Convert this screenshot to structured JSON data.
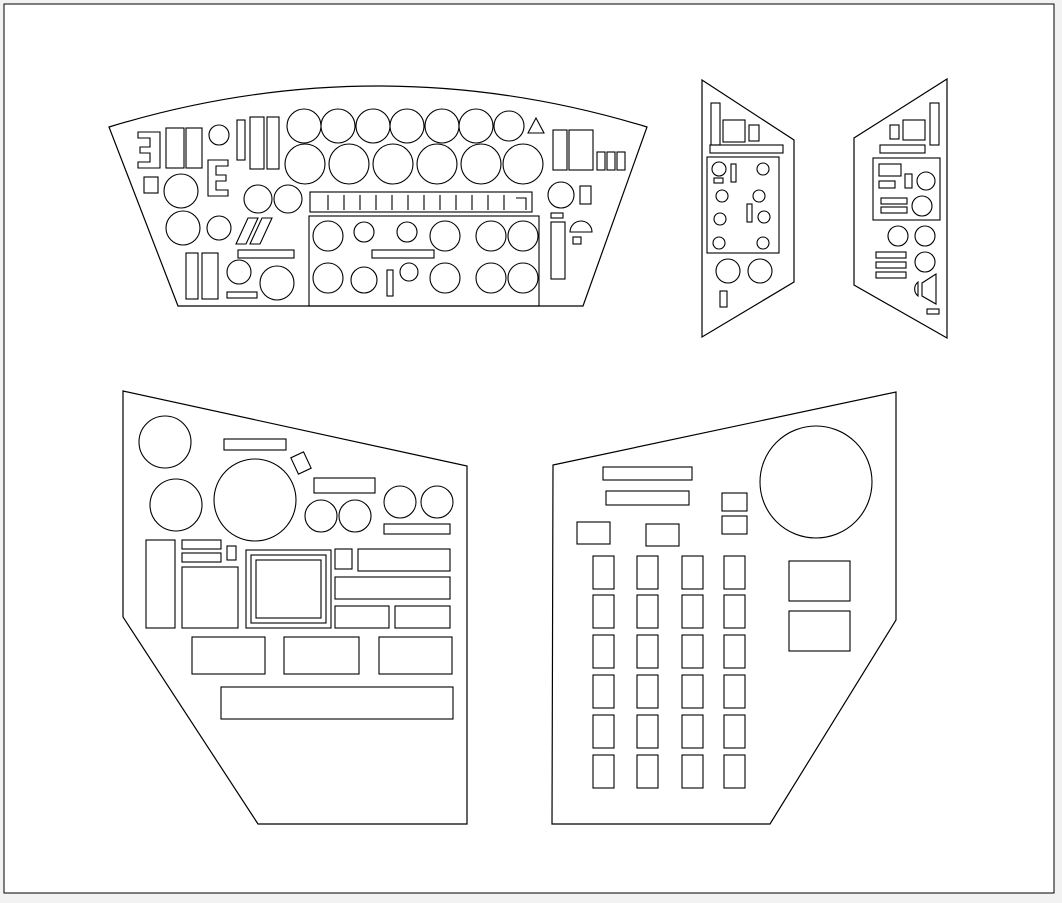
{
  "colors": {
    "outer_background": "#f2f2f2",
    "sheet_background": "#ffffff",
    "line": "#000000"
  },
  "panels": [
    {
      "id": "main-instrument-panel",
      "gauge_count": 30,
      "switch_count": 36
    },
    {
      "id": "right-side-console-upper",
      "gauge_count": 12,
      "switch_count": 8
    },
    {
      "id": "left-side-console-upper",
      "gauge_count": 5,
      "switch_count": 12
    },
    {
      "id": "left-side-console-lower",
      "gauge_count": 8,
      "switch_count": 17
    },
    {
      "id": "right-side-console-lower",
      "gauge_count": 1,
      "switch_count": 35
    }
  ]
}
